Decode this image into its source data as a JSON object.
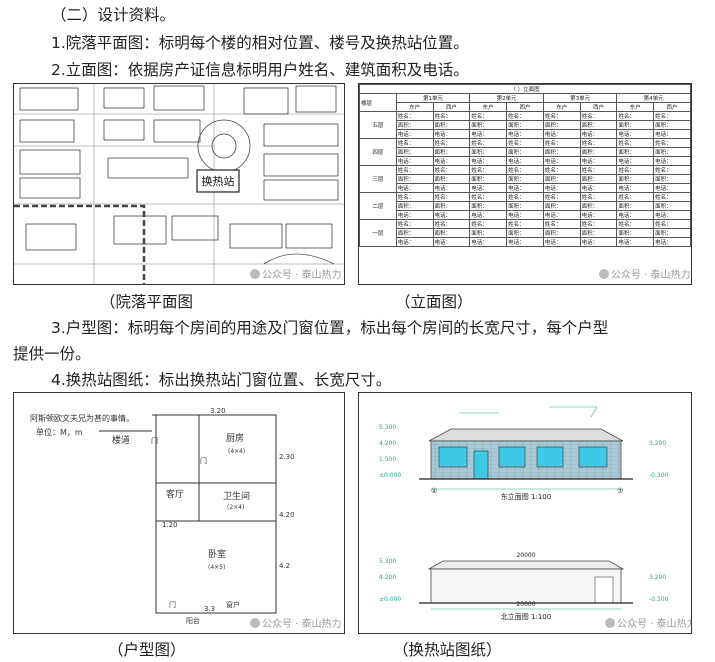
{
  "section_heading": "（二）设计资料。",
  "items": [
    "1.院落平面图：标明每个楼的相对位置、楼号及换热站位置。",
    "2.立面图：依据房产证信息标明用户姓名、建筑面积及电话。",
    "3.户型图：标明每个房间的用途及门窗位置，标出每个房间的长宽尺寸，每个户型",
    "提供一份。",
    "4.换热站图纸：标出换热站门窗位置、长宽尺寸。"
  ],
  "captions": {
    "site_plan": "（院落平面图",
    "elevation": "（立面图）",
    "floor_plan": "（户型图）",
    "station": "（换热站图纸）"
  },
  "watermark": "公众号 · 泰山热力",
  "site_plan": {
    "station_label": "换热站"
  },
  "elevation": {
    "title": "（        ）立面图",
    "units": [
      "第1单元",
      "第2单元",
      "第3单元",
      "第4单元"
    ],
    "col_header": [
      "东户",
      "西户"
    ],
    "cell_fields": [
      "姓名：",
      "面积：",
      "电话："
    ],
    "floors": [
      "五层",
      "四层",
      "三层",
      "二层",
      "一层"
    ],
    "corner": "楼层"
  },
  "floor_plan": {
    "note_line1": "阿斯顿欧文夫兄为甚的事情。",
    "note_line2": "单位：M，m",
    "rooms": [
      "楼道",
      "厨房",
      "客厅",
      "卫生间",
      "卧室",
      "阳台"
    ],
    "room_sizes": [
      "(4×4)",
      "(2×4)",
      "(4×5)"
    ],
    "dims": [
      "3.20",
      "2.30",
      "4.20",
      "1.20",
      "4.2",
      "3.3"
    ],
    "door": "门",
    "window": "窗户"
  },
  "station": {
    "elev_label_1": "东立面图 1:100",
    "elev_label_2": "北立面图 1:100",
    "width_dim": "20000",
    "levels": [
      "5.300",
      "4.200",
      "3.200",
      "1.500",
      "±0.000",
      "-0.300"
    ],
    "axes": [
      "①",
      "⑦"
    ]
  }
}
